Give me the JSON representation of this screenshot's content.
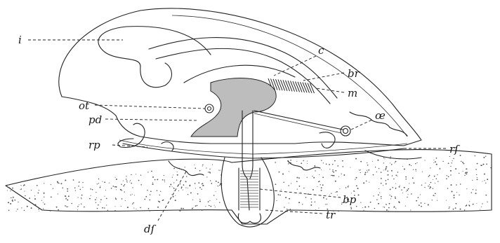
{
  "labels": {
    "i": "i",
    "c": "c",
    "br": "br",
    "m": "m",
    "ot": "ot",
    "pd": "pd",
    "oe": "œ",
    "rp": "rp",
    "rf": "rſ",
    "df": "dſ",
    "bp": "bp",
    "tr": "tr"
  },
  "colors": {
    "ink": "#222222",
    "stipple": "#555555",
    "hatched_organ": "#bdbdbd",
    "background": "#ffffff"
  }
}
